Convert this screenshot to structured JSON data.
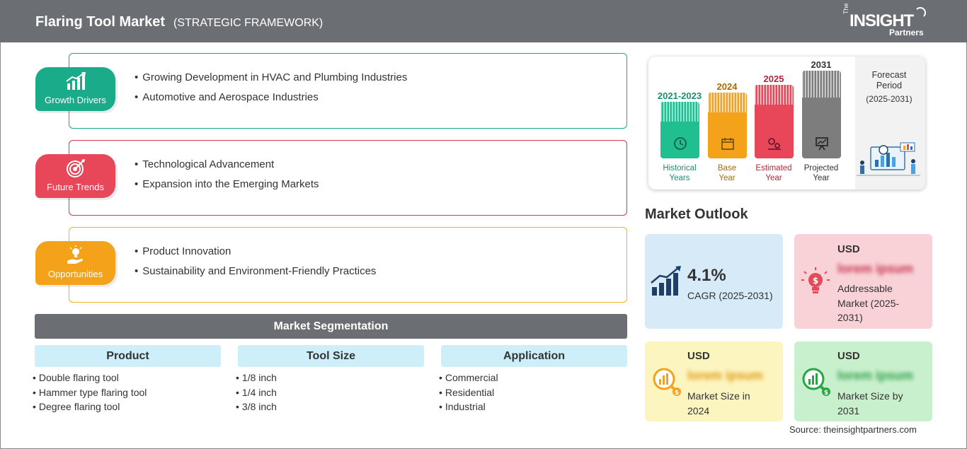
{
  "header": {
    "title": "Flaring Tool Market",
    "subtitle": "(STRATEGIC FRAMEWORK)",
    "logo": {
      "the": "The",
      "insight": "INSIGHT",
      "partners": "Partners"
    }
  },
  "framework": [
    {
      "label": "Growth Drivers",
      "color": "#1aab8a",
      "border": "#1aab8a",
      "icon": "bar-chart-growth-icon",
      "items": [
        "Growing Development in HVAC and Plumbing Industries",
        "Automotive and Aerospace Industries"
      ]
    },
    {
      "label": "Future Trends",
      "color": "#e8475a",
      "border": "#d0394a",
      "icon": "target-icon",
      "items": [
        "Technological Advancement",
        "Expansion into the Emerging Markets"
      ]
    },
    {
      "label": "Opportunities",
      "color": "#f5a21b",
      "border": "#f5b31b",
      "icon": "lightbulb-hand-icon",
      "items": [
        "Product Innovation",
        "Sustainability and Environment-Friendly Practices"
      ]
    }
  ],
  "segmentation": {
    "title": "Market Segmentation",
    "columns": [
      {
        "head": "Product",
        "items": [
          "Double flaring tool",
          "Hammer type flaring tool",
          "Degree flaring tool"
        ]
      },
      {
        "head": "Tool Size",
        "items": [
          "1/8 inch",
          "1/4 inch",
          "3/8 inch"
        ]
      },
      {
        "head": "Application",
        "items": [
          "Commercial",
          "Residential",
          "Industrial"
        ]
      }
    ]
  },
  "timeline": {
    "bars": [
      {
        "year": "2021-2023",
        "caption1": "Historical",
        "caption2": "Years",
        "color": "#1fbf8f",
        "year_color": "#1a8f6e",
        "caption_color": "#1a8f6e",
        "icon": "history-clock-icon"
      },
      {
        "year": "2024",
        "caption1": "Base",
        "caption2": "Year",
        "color": "#f5a21b",
        "year_color": "#a86a0a",
        "caption_color": "#a86a0a",
        "icon": "calendar-icon"
      },
      {
        "year": "2025",
        "caption1": "Estimated",
        "caption2": "Year",
        "color": "#e8475a",
        "year_color": "#b3263a",
        "caption_color": "#b3263a",
        "icon": "gears-chart-icon"
      },
      {
        "year": "2031",
        "caption1": "Projected",
        "caption2": "Year",
        "color": "#7d7d7d",
        "year_color": "#333333",
        "caption_color": "#333333",
        "icon": "presentation-board-icon"
      }
    ],
    "forecast_title": "Forecast Period",
    "forecast_range": "(2025-2031)"
  },
  "outlook": {
    "title": "Market Outlook",
    "cagr": {
      "value": "4.1%",
      "label": "CAGR (2025-2031)",
      "bg": "#d6eaf8"
    },
    "addressable": {
      "usd": "USD",
      "blur": "lorem ipsum",
      "desc": "Addressable Market (2025-2031)",
      "bg": "#f9d2d8"
    },
    "size2024": {
      "usd": "USD",
      "blur": "lorem ipsum",
      "desc": "Market Size in 2024",
      "bg": "#fcf5c0"
    },
    "size2031": {
      "usd": "USD",
      "blur": "lorem ipsum",
      "desc": "Market Size by 2031",
      "bg": "#c9f0cd"
    }
  },
  "source": "Source: theinsightpartners.com"
}
